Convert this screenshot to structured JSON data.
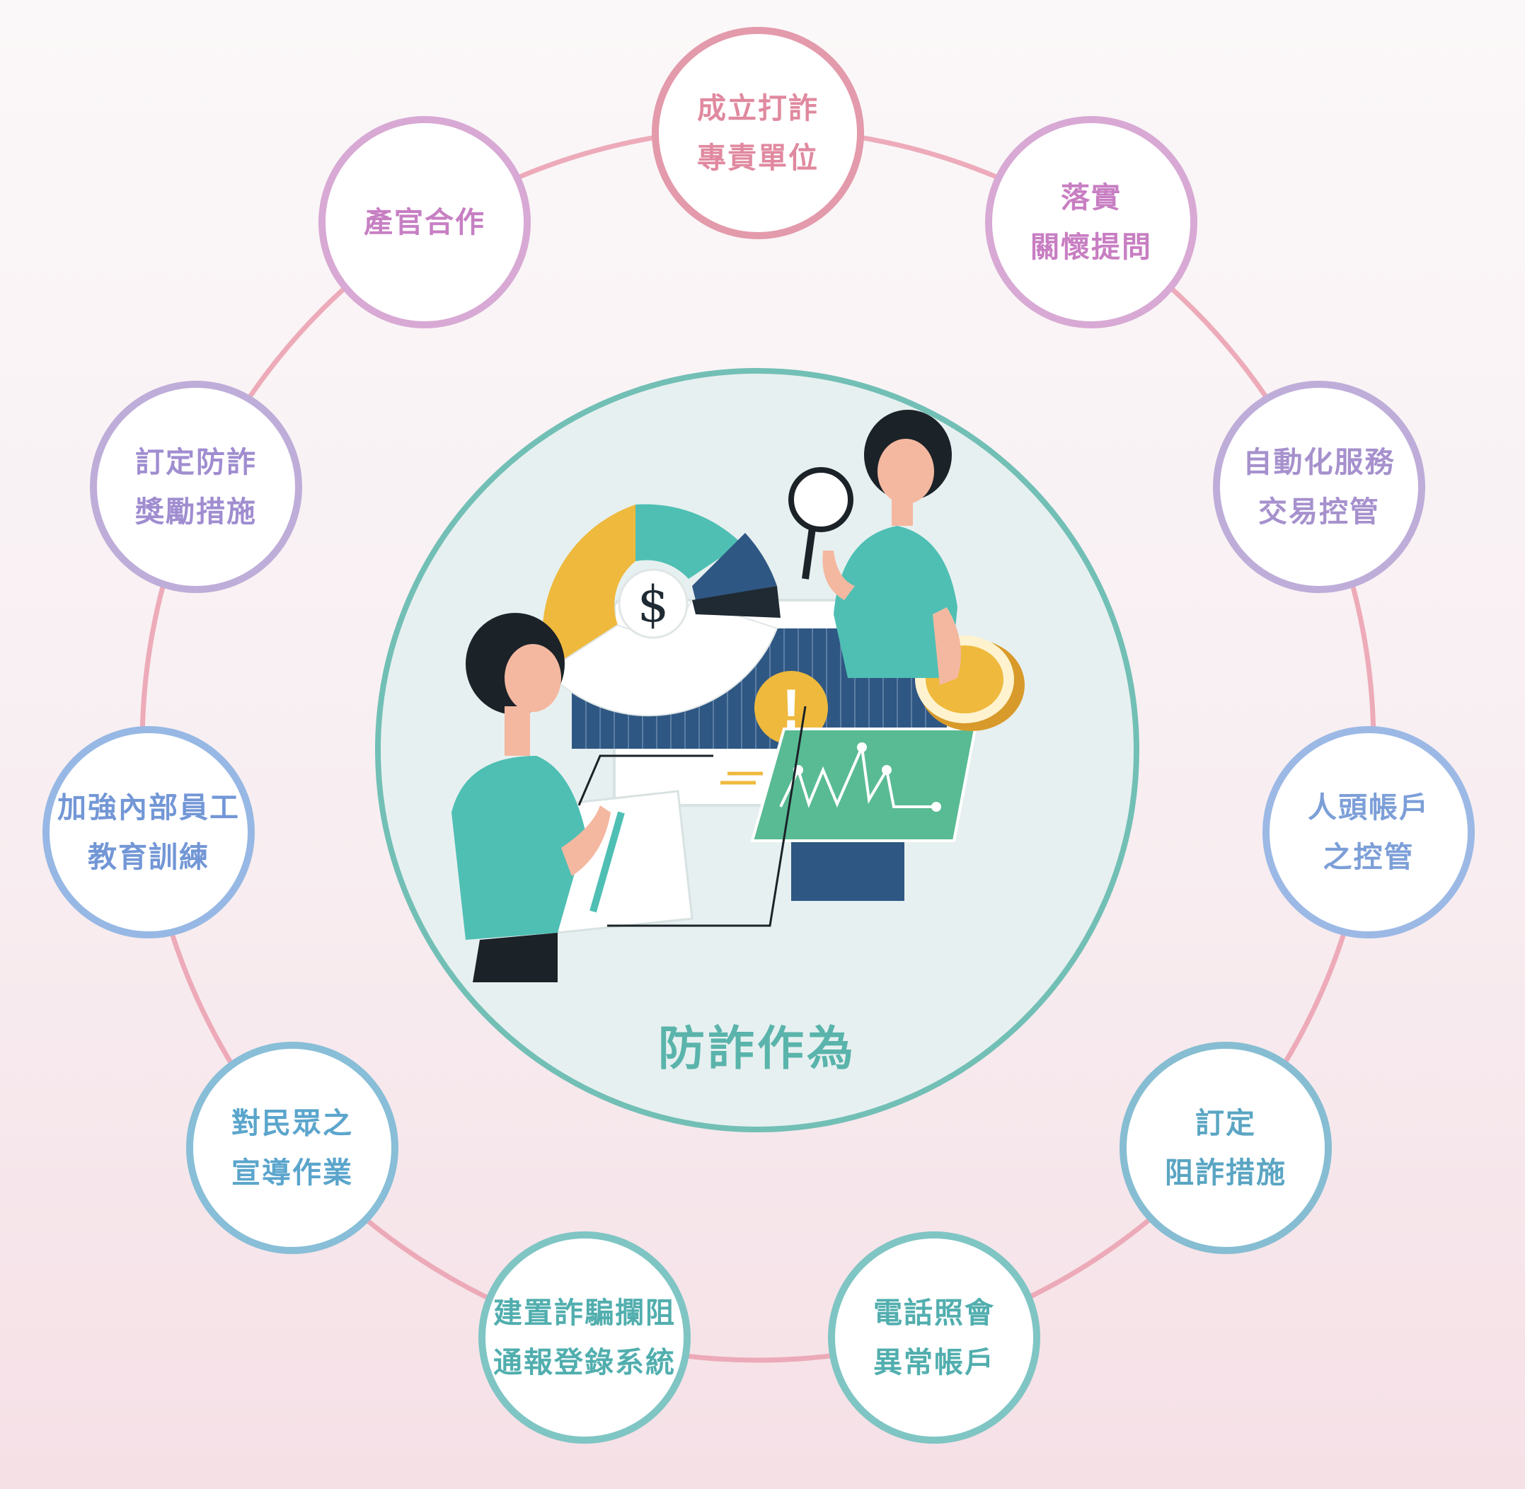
{
  "center": {
    "title": "防詐作為"
  },
  "nodes": [
    {
      "label": "成立打詐\n專責單位",
      "color": "#e39aab",
      "text": "#e0899f"
    },
    {
      "label": "落實\n關懷提問",
      "color": "#d8a9d4",
      "text": "#c87ec2"
    },
    {
      "label": "自動化服務\n交易控管",
      "color": "#beadd9",
      "text": "#a691cd"
    },
    {
      "label": "人頭帳戶\n之控管",
      "color": "#9cb9e6",
      "text": "#7d9fd8"
    },
    {
      "label": "訂定\n阻詐措施",
      "color": "#86bdd2",
      "text": "#5aa5c3"
    },
    {
      "label": "電話照會\n異常帳戶",
      "color": "#7fc5c4",
      "text": "#52aeae"
    },
    {
      "label": "建置詐騙攔阻\n通報登錄系統",
      "color": "#7fc5c4",
      "text": "#52aeae"
    },
    {
      "label": "對民眾之\n宣導作業",
      "color": "#88bed7",
      "text": "#5ba5cc"
    },
    {
      "label": "加強內部員工\n教育訓練",
      "color": "#97b8e4",
      "text": "#7397d6"
    },
    {
      "label": "訂定防詐\n獎勵措施",
      "color": "#beadd9",
      "text": "#a08dd0"
    },
    {
      "label": "產官合作",
      "color": "#d8a9d4",
      "text": "#c77fc3"
    }
  ],
  "illustration": {
    "currency_symbol": "$",
    "alert_symbol": "!"
  },
  "colors": {
    "ring": "#eba3b3",
    "center_border": "#72bfb6",
    "teal": "#4fbfb4",
    "yellow": "#eeb93d",
    "navy": "#2f5783",
    "green_panel": "#59bb93"
  }
}
